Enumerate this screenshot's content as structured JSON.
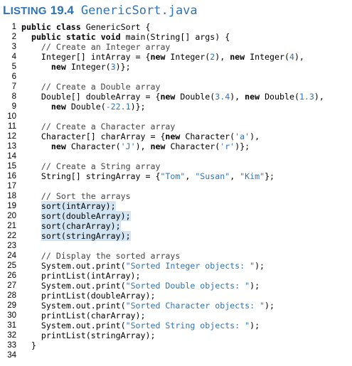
{
  "listing": {
    "label_first": "L",
    "label_rest": "ISTING",
    "number": "19.4",
    "filename": "GenericSort.java"
  },
  "lines": [
    {
      "n": "1",
      "tokens": [
        [
          "kw",
          "public class "
        ],
        [
          "t",
          "GenericSort {"
        ]
      ]
    },
    {
      "n": "2",
      "tokens": [
        [
          "t",
          "  "
        ],
        [
          "kw",
          "public static void "
        ],
        [
          "t",
          "main(String[] args) {"
        ]
      ]
    },
    {
      "n": "3",
      "tokens": [
        [
          "t",
          "    "
        ],
        [
          "cm",
          "// Create an Integer array"
        ]
      ]
    },
    {
      "n": "4",
      "tokens": [
        [
          "t",
          "    Integer[] intArray = {"
        ],
        [
          "kw",
          "new "
        ],
        [
          "t",
          "Integer("
        ],
        [
          "nm",
          "2"
        ],
        [
          "t",
          "), "
        ],
        [
          "kw",
          "new "
        ],
        [
          "t",
          "Integer("
        ],
        [
          "nm",
          "4"
        ],
        [
          "t",
          "),"
        ]
      ]
    },
    {
      "n": "5",
      "tokens": [
        [
          "t",
          "      "
        ],
        [
          "kw",
          "new "
        ],
        [
          "t",
          "Integer("
        ],
        [
          "nm",
          "3"
        ],
        [
          "t",
          ")};"
        ]
      ]
    },
    {
      "n": "6",
      "tokens": []
    },
    {
      "n": "7",
      "tokens": [
        [
          "t",
          "    "
        ],
        [
          "cm",
          "// Create a Double array"
        ]
      ]
    },
    {
      "n": "8",
      "tokens": [
        [
          "t",
          "    Double[] doubleArray = {"
        ],
        [
          "kw",
          "new "
        ],
        [
          "t",
          "Double("
        ],
        [
          "nm",
          "3.4"
        ],
        [
          "t",
          "), "
        ],
        [
          "kw",
          "new "
        ],
        [
          "t",
          "Double("
        ],
        [
          "nm",
          "1.3"
        ],
        [
          "t",
          "),"
        ]
      ]
    },
    {
      "n": "9",
      "tokens": [
        [
          "t",
          "      "
        ],
        [
          "kw",
          "new "
        ],
        [
          "t",
          "Double("
        ],
        [
          "nm",
          "-22.1"
        ],
        [
          "t",
          ")};"
        ]
      ]
    },
    {
      "n": "10",
      "tokens": []
    },
    {
      "n": "11",
      "tokens": [
        [
          "t",
          "    "
        ],
        [
          "cm",
          "// Create a Character array"
        ]
      ]
    },
    {
      "n": "12",
      "tokens": [
        [
          "t",
          "    Character[] charArray = {"
        ],
        [
          "kw",
          "new "
        ],
        [
          "t",
          "Character("
        ],
        [
          "st",
          "'a'"
        ],
        [
          "t",
          "),"
        ]
      ]
    },
    {
      "n": "13",
      "tokens": [
        [
          "t",
          "      "
        ],
        [
          "kw",
          "new "
        ],
        [
          "t",
          "Character("
        ],
        [
          "st",
          "'J'"
        ],
        [
          "t",
          "), "
        ],
        [
          "kw",
          "new "
        ],
        [
          "t",
          "Character("
        ],
        [
          "st",
          "'r'"
        ],
        [
          "t",
          ")};"
        ]
      ]
    },
    {
      "n": "14",
      "tokens": []
    },
    {
      "n": "15",
      "tokens": [
        [
          "t",
          "    "
        ],
        [
          "cm",
          "// Create a String array"
        ]
      ]
    },
    {
      "n": "16",
      "tokens": [
        [
          "t",
          "    String[] stringArray = {"
        ],
        [
          "st",
          "\"Tom\""
        ],
        [
          "t",
          ", "
        ],
        [
          "st",
          "\"Susan\""
        ],
        [
          "t",
          ", "
        ],
        [
          "st",
          "\"Kim\""
        ],
        [
          "t",
          "};"
        ]
      ]
    },
    {
      "n": "17",
      "tokens": []
    },
    {
      "n": "18",
      "tokens": [
        [
          "t",
          "    "
        ],
        [
          "cm",
          "// Sort the arrays"
        ]
      ]
    },
    {
      "n": "19",
      "highlight": "sort(intArray);",
      "indent": "    "
    },
    {
      "n": "20",
      "highlight": "sort(doubleArray);",
      "indent": "    "
    },
    {
      "n": "21",
      "highlight": "sort(charArray);",
      "indent": "    "
    },
    {
      "n": "22",
      "highlight": "sort(stringArray);",
      "indent": "    "
    },
    {
      "n": "23",
      "tokens": []
    },
    {
      "n": "24",
      "tokens": [
        [
          "t",
          "    "
        ],
        [
          "cm",
          "// Display the sorted arrays"
        ]
      ]
    },
    {
      "n": "25",
      "tokens": [
        [
          "t",
          "    System.out.print("
        ],
        [
          "st",
          "\"Sorted Integer objects: \""
        ],
        [
          "t",
          ");"
        ]
      ]
    },
    {
      "n": "26",
      "tokens": [
        [
          "t",
          "    printList(intArray);"
        ]
      ]
    },
    {
      "n": "27",
      "tokens": [
        [
          "t",
          "    System.out.print("
        ],
        [
          "st",
          "\"Sorted Double objects: \""
        ],
        [
          "t",
          ");"
        ]
      ]
    },
    {
      "n": "28",
      "tokens": [
        [
          "t",
          "    printList(doubleArray);"
        ]
      ]
    },
    {
      "n": "29",
      "tokens": [
        [
          "t",
          "    System.out.print("
        ],
        [
          "st",
          "\"Sorted Character objects: \""
        ],
        [
          "t",
          ");"
        ]
      ]
    },
    {
      "n": "30",
      "tokens": [
        [
          "t",
          "    printList(charArray);"
        ]
      ]
    },
    {
      "n": "31",
      "tokens": [
        [
          "t",
          "    System.out.print("
        ],
        [
          "st",
          "\"Sorted String objects: \""
        ],
        [
          "t",
          ");"
        ]
      ]
    },
    {
      "n": "32",
      "tokens": [
        [
          "t",
          "    printList(stringArray);"
        ]
      ]
    },
    {
      "n": "33",
      "tokens": [
        [
          "t",
          "  }"
        ]
      ]
    },
    {
      "n": "34",
      "tokens": []
    }
  ]
}
